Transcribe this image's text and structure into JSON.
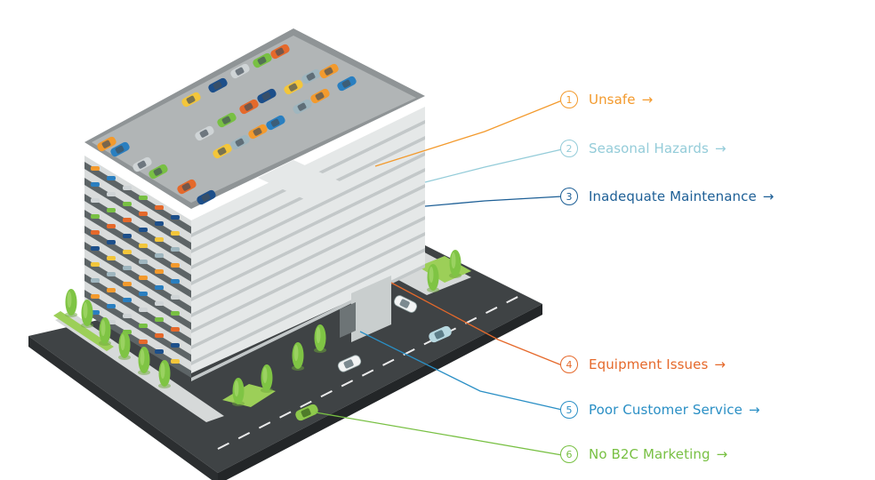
{
  "callouts": [
    {
      "num": "1",
      "label": "Unsafe",
      "arrow": "→",
      "color": "#f39a2d"
    },
    {
      "num": "2",
      "label": "Seasonal Hazards",
      "arrow": "→",
      "color": "#94ccd9"
    },
    {
      "num": "3",
      "label": "Inadequate Maintenance",
      "arrow": "→",
      "color": "#1d5f96"
    },
    {
      "num": "4",
      "label": "Equipment Issues",
      "arrow": "→",
      "color": "#e5692b"
    },
    {
      "num": "5",
      "label": "Poor Customer Service",
      "arrow": "→",
      "color": "#2a8fc5"
    },
    {
      "num": "6",
      "label": "No B2C Marketing",
      "arrow": "→",
      "color": "#78c043"
    }
  ],
  "icons": {
    "car": "car-icon",
    "tree": "tree-icon",
    "arrow": "arrow-right-icon"
  }
}
